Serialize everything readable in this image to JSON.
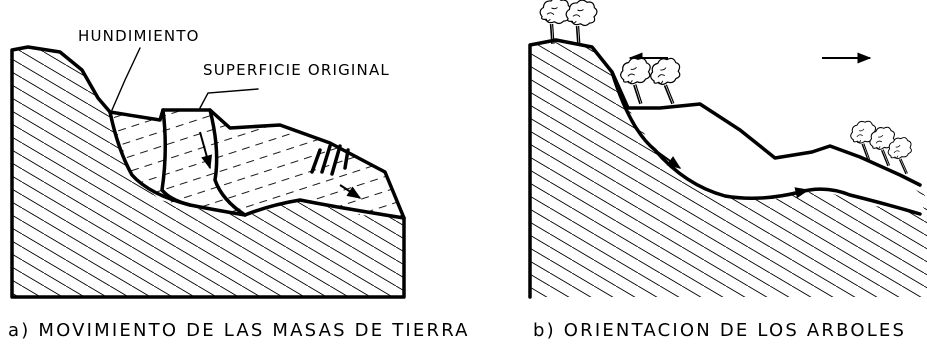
{
  "labels": {
    "hundimiento": "HUNDIMIENTO",
    "superficie_original": "SUPERFICIE ORIGINAL"
  },
  "captions": {
    "a": "a) MOVIMIENTO DE LAS MASAS DE TIERRA",
    "b": "b) ORIENTACION DE LOS ARBOLES"
  },
  "colors": {
    "ink": "#000000",
    "background": "#ffffff"
  },
  "icons": [
    "arrow-icon",
    "tree-icon"
  ]
}
